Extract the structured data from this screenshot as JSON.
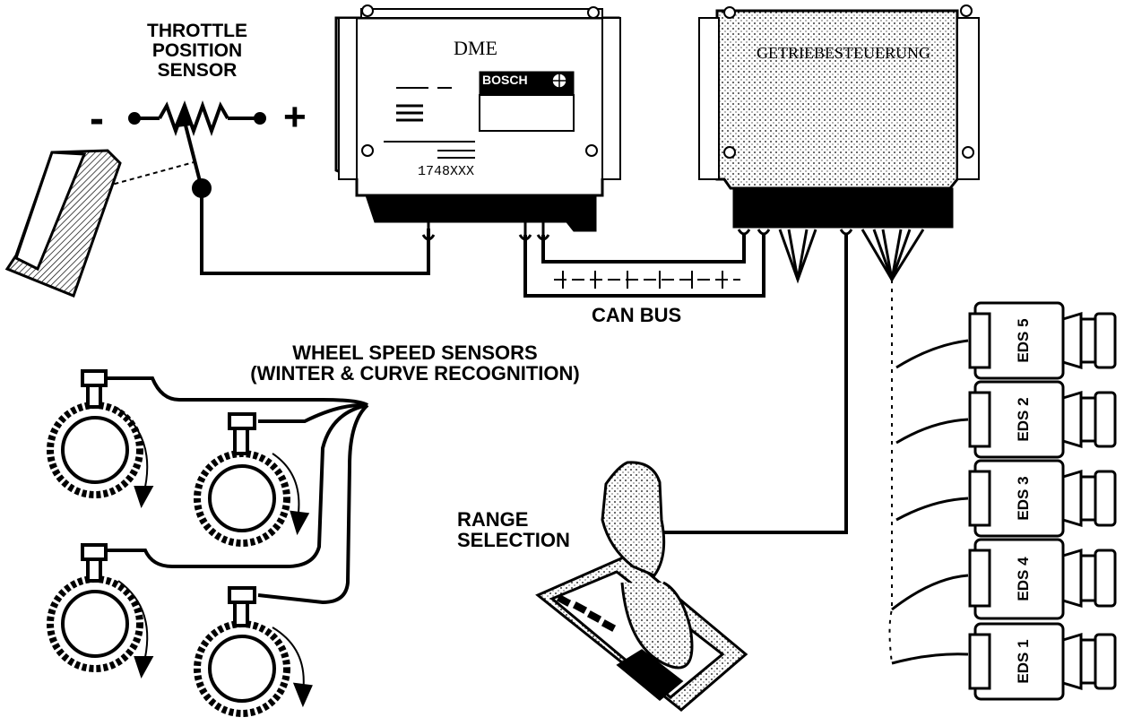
{
  "labels": {
    "throttle": [
      "THROTTLE",
      "POSITION",
      "SENSOR"
    ],
    "minus": "-",
    "plus": "+",
    "dme": "DME",
    "bosch": "BOSCH",
    "dme_part": "1748XXX",
    "tcu": "GETRIEBESTEUERUNG",
    "can_bus": "CAN BUS",
    "wheel_sensors": [
      "WHEEL SPEED SENSORS",
      "(WINTER & CURVE RECOGNITION)"
    ],
    "range": [
      "RANGE",
      "SELECTION"
    ],
    "eds": [
      "EDS 5",
      "EDS 2",
      "EDS 3",
      "EDS 4",
      "EDS 1"
    ]
  },
  "colors": {
    "ink": "#000000",
    "paper": "#ffffff"
  }
}
